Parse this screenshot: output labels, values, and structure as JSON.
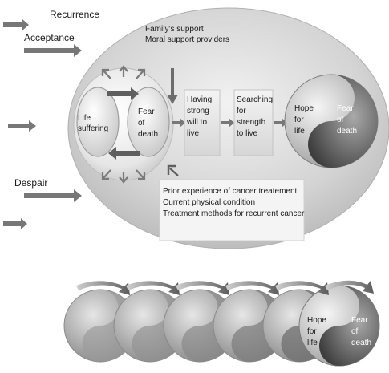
{
  "left_labels": {
    "recurrence": "Recurrence",
    "acceptance": "Acceptance",
    "despair": "Despair"
  },
  "support": {
    "line1": "Family’s support",
    "line2": "Moral support providers"
  },
  "inner": {
    "life_line1": "Life",
    "life_line2": "suffering",
    "fear_line1": "Fear",
    "fear_line2": "of",
    "fear_line3": "death"
  },
  "boxes": {
    "having": [
      "Having",
      "strong",
      "will to",
      "live"
    ],
    "searching": [
      "Searching",
      "for",
      "strength",
      "to live"
    ]
  },
  "yinyang": {
    "hope": [
      "Hope",
      "for",
      "life"
    ],
    "fear": [
      "Fear",
      "of",
      "death"
    ]
  },
  "factors": {
    "line1": "Prior experience of cancer treatement",
    "line2": "Current physical condition",
    "line3": "Treatment methods for recurrent cancer"
  },
  "bottom": {
    "hope": [
      "Hope",
      "for",
      "life"
    ],
    "fear": [
      "Fear",
      "of",
      "death"
    ]
  }
}
